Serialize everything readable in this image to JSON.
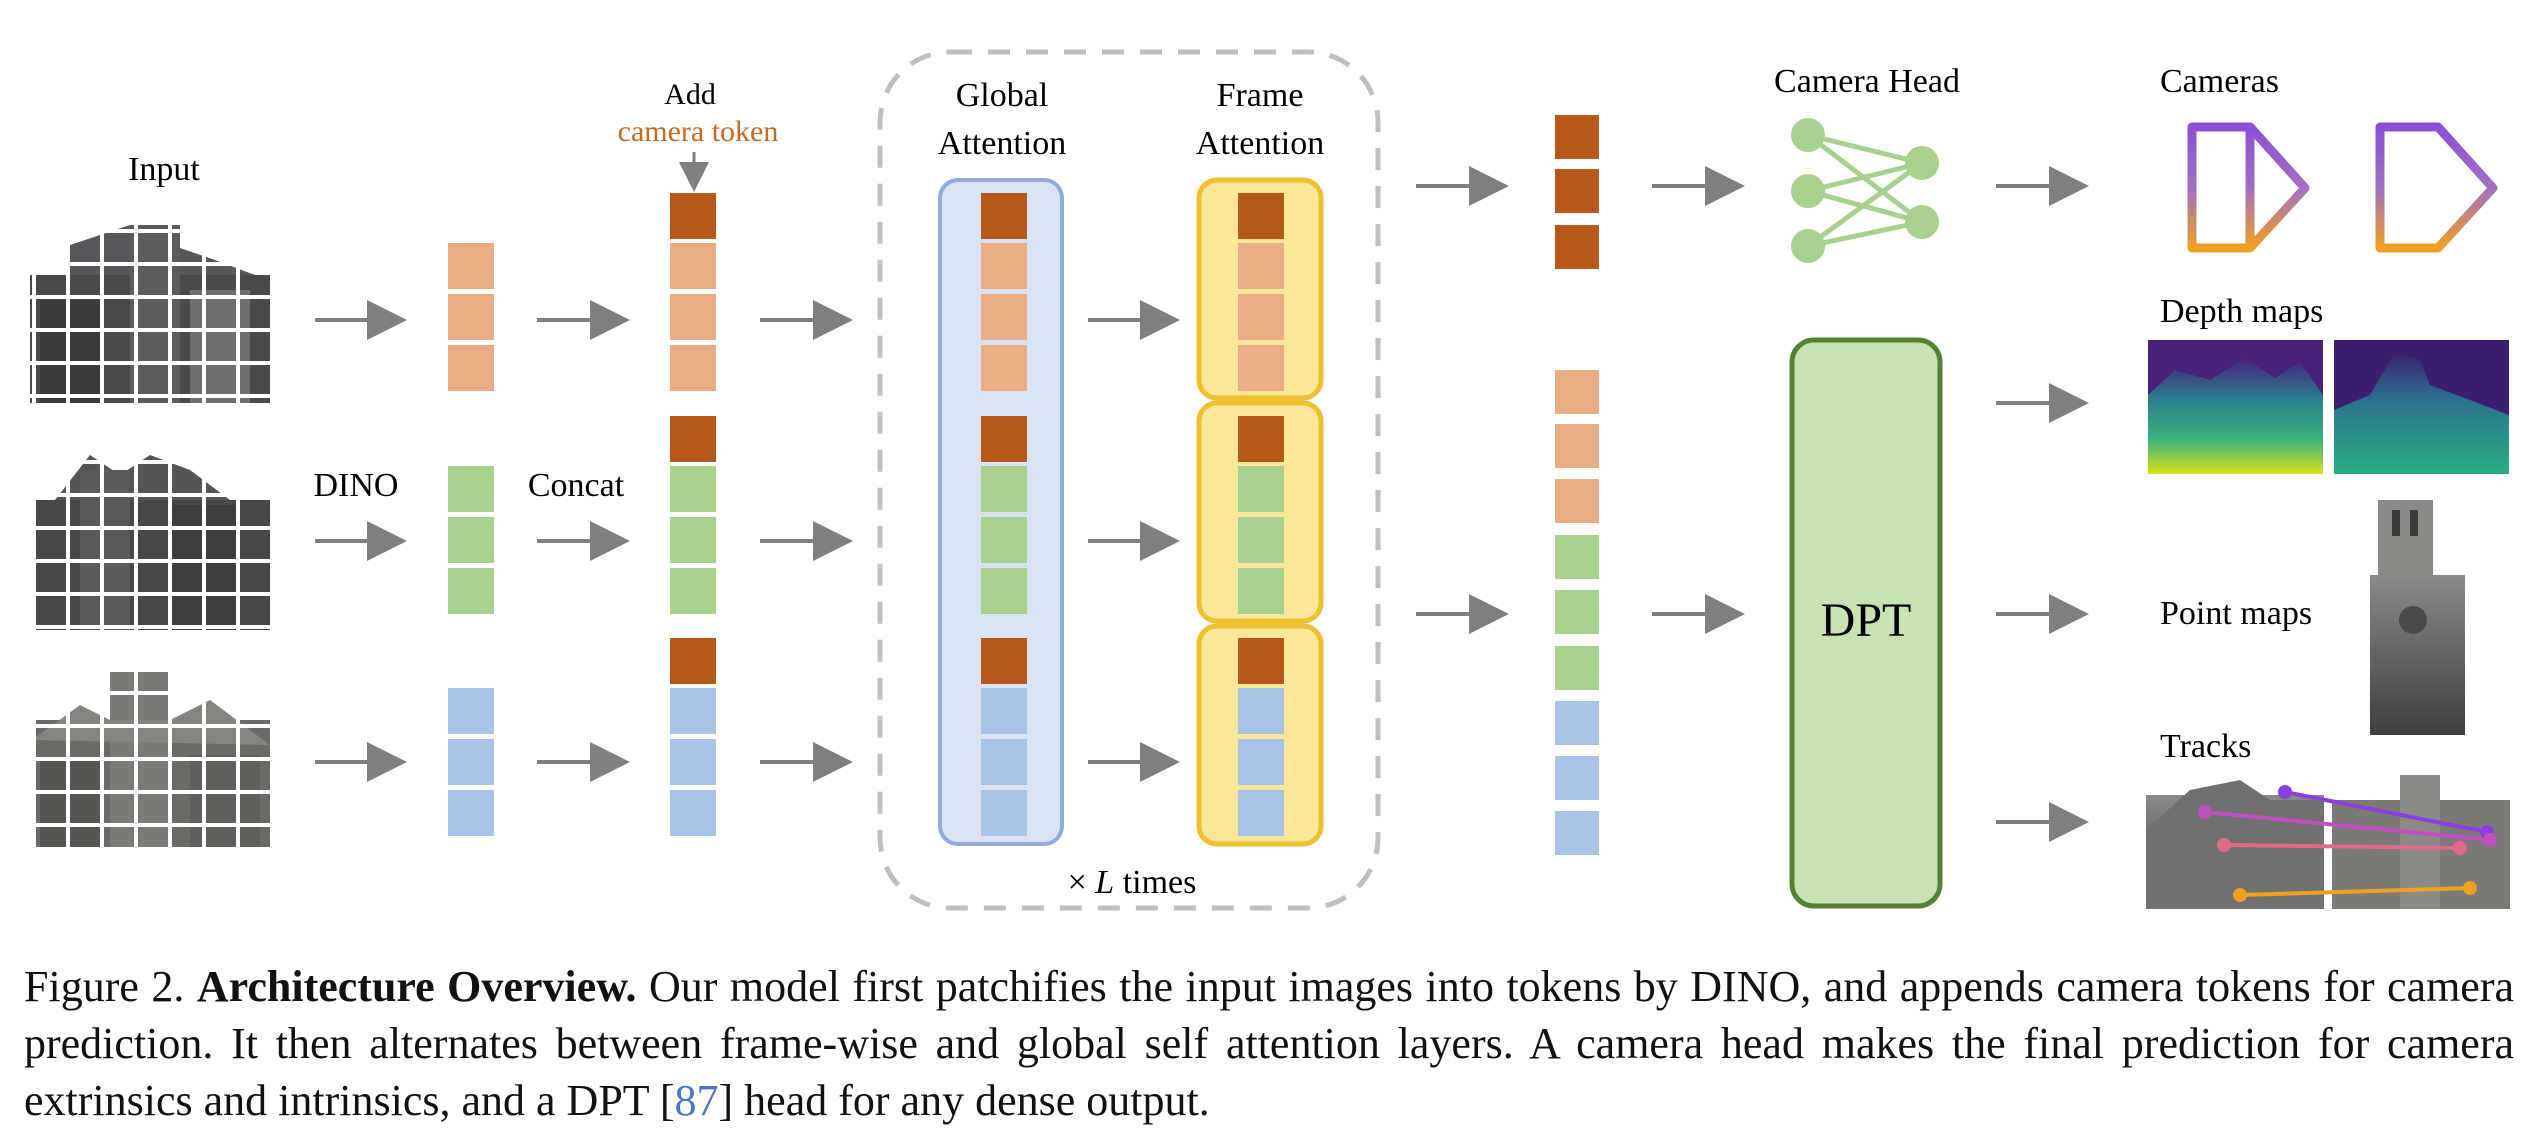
{
  "diagram": {
    "input_label": "Input",
    "dino_label": "DINO",
    "concat_label": "Concat",
    "add_label": "Add",
    "camera_token_label": "camera token",
    "global_attention_label": [
      "Global",
      "Attention"
    ],
    "frame_attention_label": [
      "Frame",
      "Attention"
    ],
    "times_label_prefix": "×",
    "times_label_var": "L",
    "times_label_suffix": "times",
    "camera_head_label": "Camera Head",
    "dpt_label": "DPT",
    "outputs": {
      "cameras": "Cameras",
      "depth_maps": "Depth maps",
      "point_maps": "Point maps",
      "tracks": "Tracks"
    },
    "colors": {
      "camera_token": "#b5581a",
      "frame1_token": "#e8ad85",
      "frame2_token": "#a9d18e",
      "frame3_token": "#a7c3e5",
      "global_box_fill": "#dae3f3",
      "global_box_stroke": "#8faadc",
      "frame_box_fill": "#fae79a",
      "frame_box_stroke": "#ecc12d",
      "dpt_fill": "#c9e2b3",
      "dpt_stroke": "#548235",
      "arrow": "#7f7f7f",
      "camera_token_text": "#c36b23"
    }
  },
  "caption": {
    "figure_label": "Figure 2.",
    "title": "Architecture Overview.",
    "text_before_ref": "Our model first patchifies the input images into tokens by DINO, and appends camera tokens for camera prediction. It then alternates between frame-wise and global self attention layers. A camera head makes the final prediction for camera extrinsics and intrinsics, and a DPT [",
    "ref": "87",
    "text_after_ref": "] head for any dense output."
  }
}
